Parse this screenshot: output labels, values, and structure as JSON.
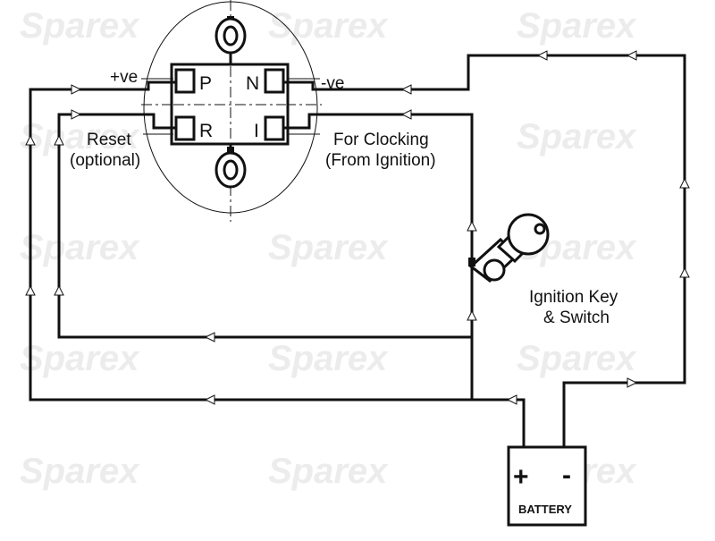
{
  "watermark": {
    "text": "Sparex"
  },
  "sender": {
    "terminals": {
      "p": "P",
      "n": "N",
      "r": "R",
      "i": "I"
    }
  },
  "labels": {
    "positive": "+ve",
    "negative": "-ve",
    "reset_line1": "Reset",
    "reset_line2": "(optional)",
    "clocking_line1": "For Clocking",
    "clocking_line2": "(From Ignition)",
    "ignition_line1": "Ignition Key",
    "ignition_line2": "& Switch"
  },
  "battery": {
    "plus": "+",
    "minus": "-",
    "label": "BATTERY"
  },
  "colors": {
    "line": "#111111",
    "watermark": "#ececec",
    "background": "#ffffff"
  }
}
